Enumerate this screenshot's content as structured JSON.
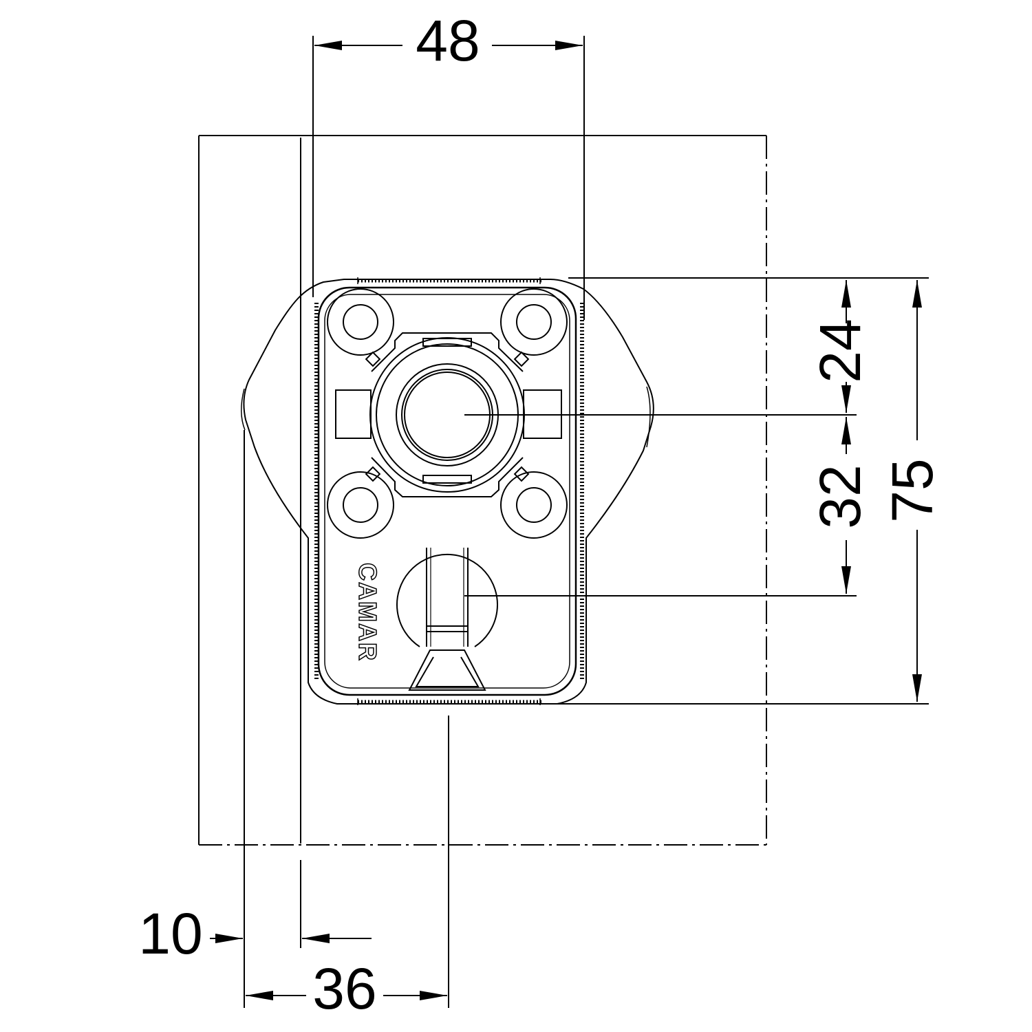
{
  "drawing": {
    "brand": "CAMAR",
    "line_color": "#000000",
    "background_color": "#ffffff",
    "dimensions": {
      "top_width": "48",
      "upper_height": "24",
      "middle_height": "32",
      "total_height": "75",
      "left_offset": "10",
      "bottom_offset": "36"
    }
  }
}
